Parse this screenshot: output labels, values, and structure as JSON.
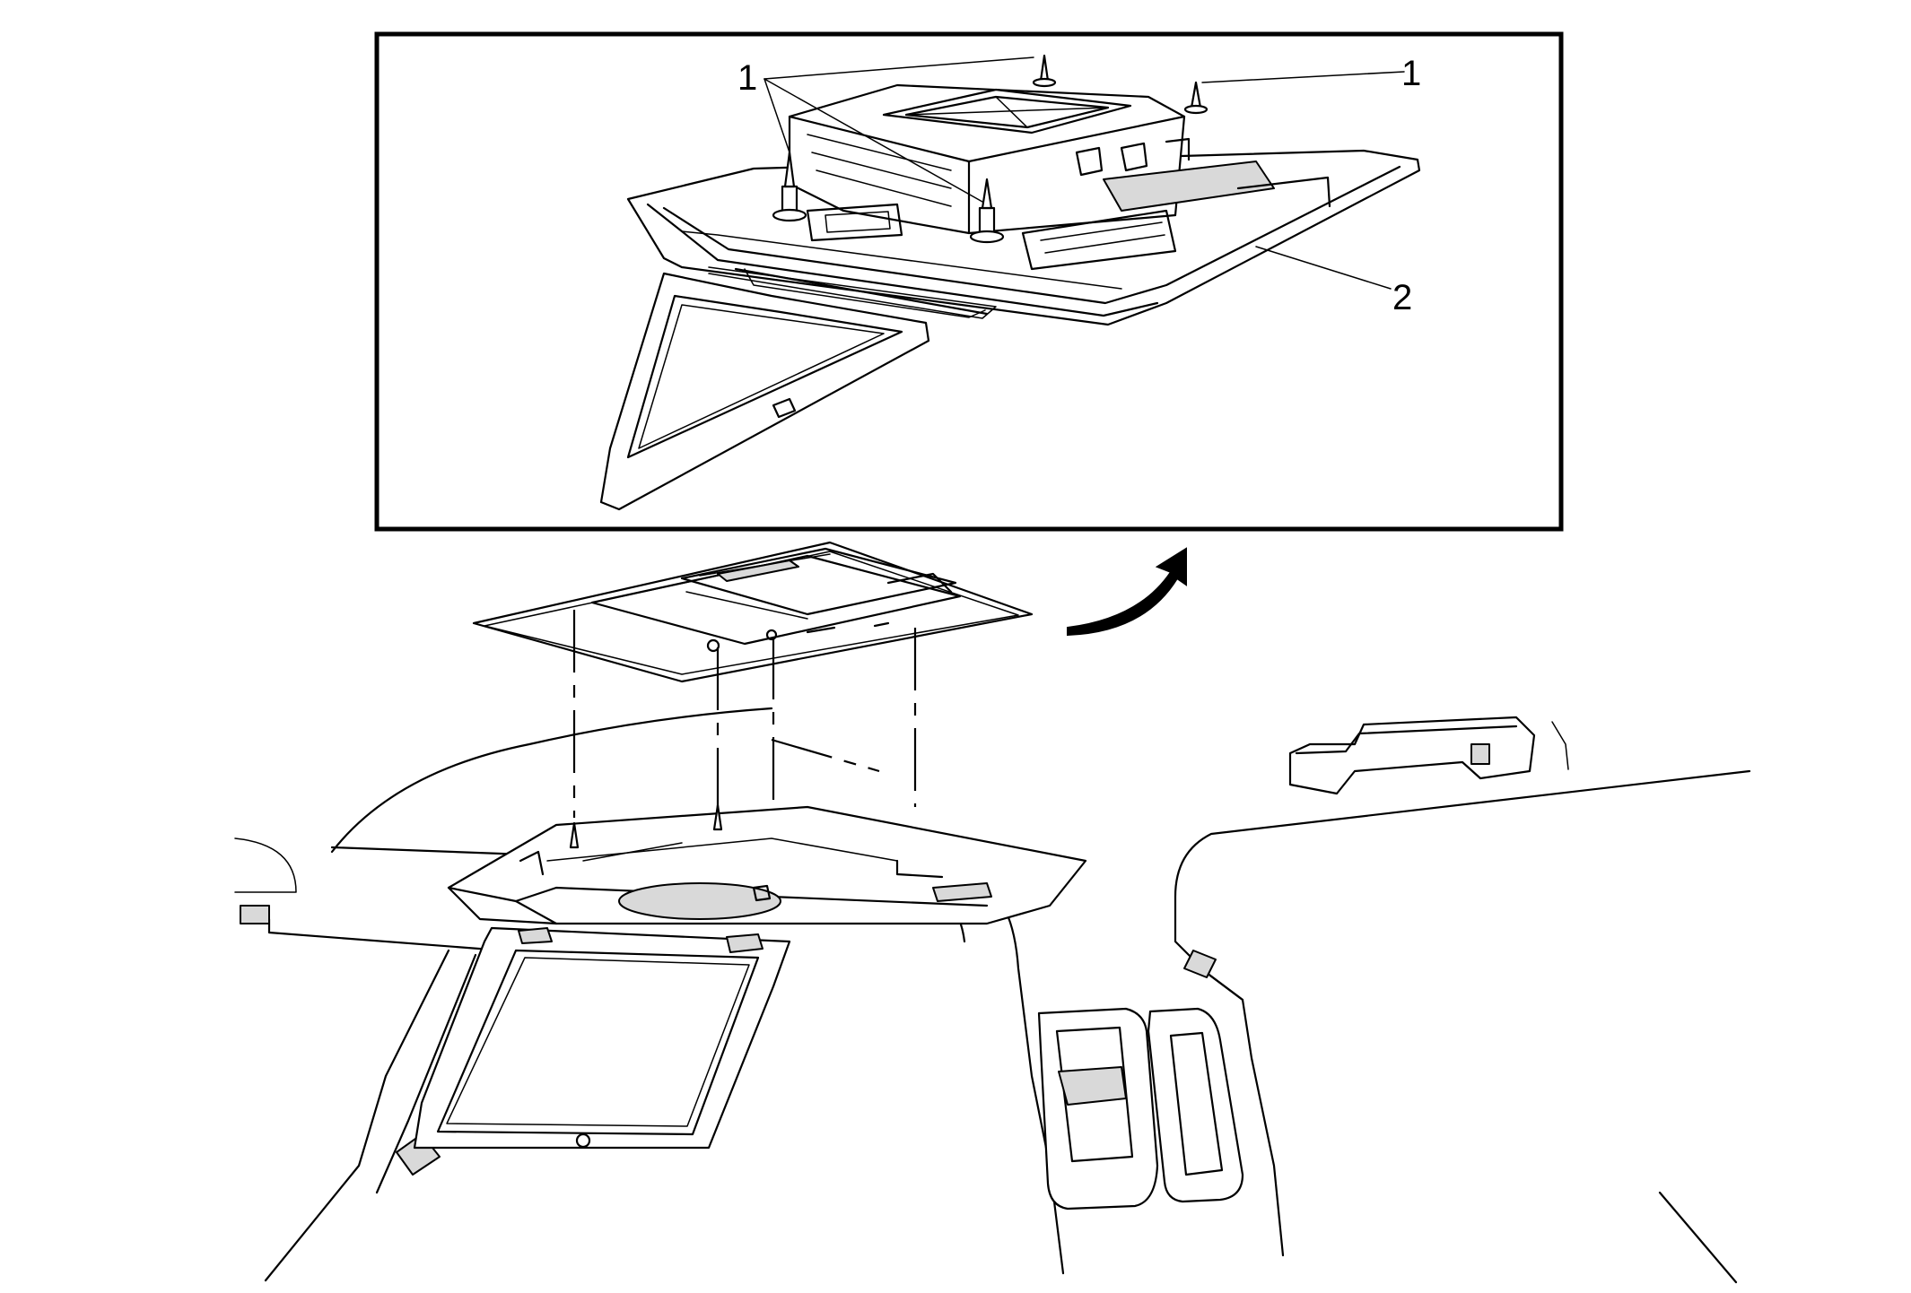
{
  "callouts": {
    "item_1_left": "1",
    "item_1_right": "1",
    "item_2": "2"
  },
  "colors": {
    "line": "#000000",
    "background": "#ffffff",
    "shade": "#d9d9d9"
  }
}
